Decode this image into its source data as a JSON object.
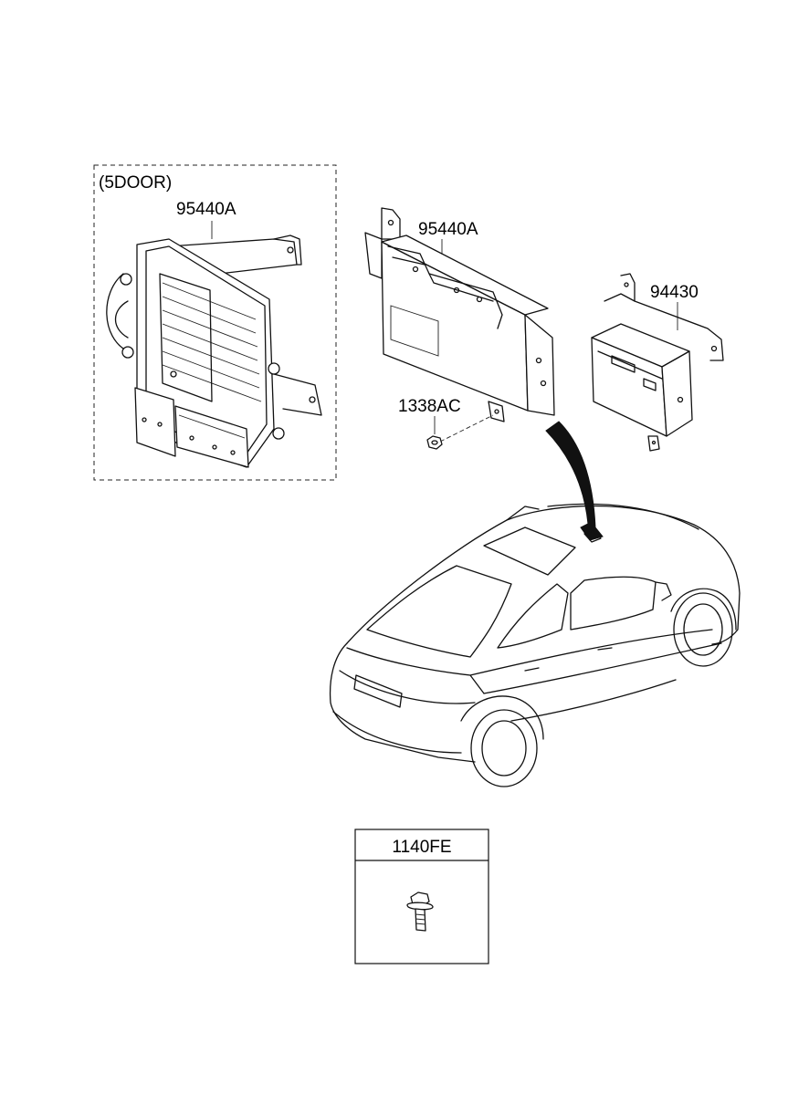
{
  "labels": {
    "group_5door": "(5DOOR)",
    "ecu_5door": "95440A",
    "ecu_main": "95440A",
    "bracket_module": "94430",
    "nut": "1338AC",
    "bolt_box": "1140FE"
  }
}
